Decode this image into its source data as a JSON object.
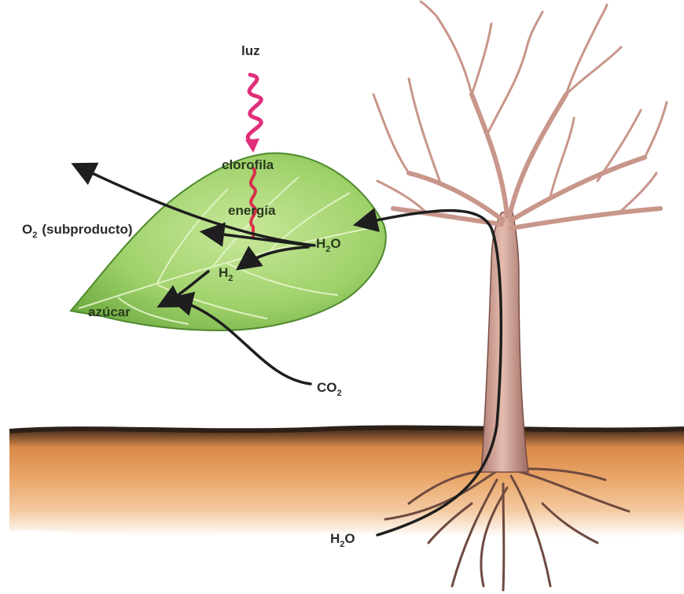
{
  "labels": {
    "light": "luz",
    "chlorophyll": "clorofila",
    "energy": "energía",
    "oxygen_symbol": "O",
    "oxygen_sub": "2",
    "oxygen_note": "(subproducto)",
    "water_leaf_symbol": "H",
    "water_leaf_sub": "2",
    "water_leaf_o": "O",
    "hydrogen_symbol": "H",
    "hydrogen_sub": "2",
    "sugar": "azúcar",
    "co2_symbol": "CO",
    "co2_sub": "2",
    "water_root_symbol": "H",
    "water_root_sub": "2",
    "water_root_o": "O"
  },
  "colors": {
    "light_wave": "#e0307a",
    "energy_wave": "#d9304a",
    "leaf_fill": "#9fd16a",
    "leaf_light": "#c8e89a",
    "soil_top": "#3a2a1c",
    "soil_mid": "#d98a4a",
    "soil_light": "#f3c9a0",
    "tree_bark": "#d8a89c",
    "tree_dark": "#8a5a52",
    "arrow": "#1e1e1e"
  }
}
